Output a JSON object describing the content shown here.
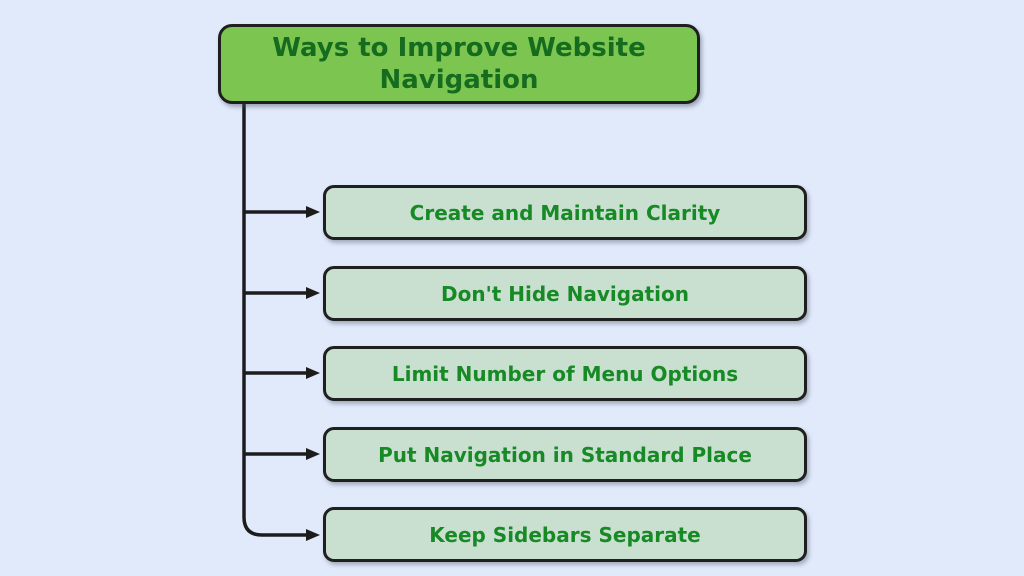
{
  "diagram": {
    "root": {
      "label": "Ways to Improve Website Navigation"
    },
    "children": [
      {
        "label": "Create and Maintain Clarity"
      },
      {
        "label": "Don't Hide Navigation"
      },
      {
        "label": "Limit Number of Menu Options"
      },
      {
        "label": "Put Navigation in Standard Place"
      },
      {
        "label": "Keep Sidebars Separate"
      }
    ],
    "colors": {
      "background": "#e1eafb",
      "root_fill": "#7cc550",
      "root_text": "#156c1e",
      "child_fill": "#c9dfd0",
      "child_text": "#178a25",
      "node_border": "#1f1f1f",
      "connector": "#1c1c1c"
    }
  }
}
